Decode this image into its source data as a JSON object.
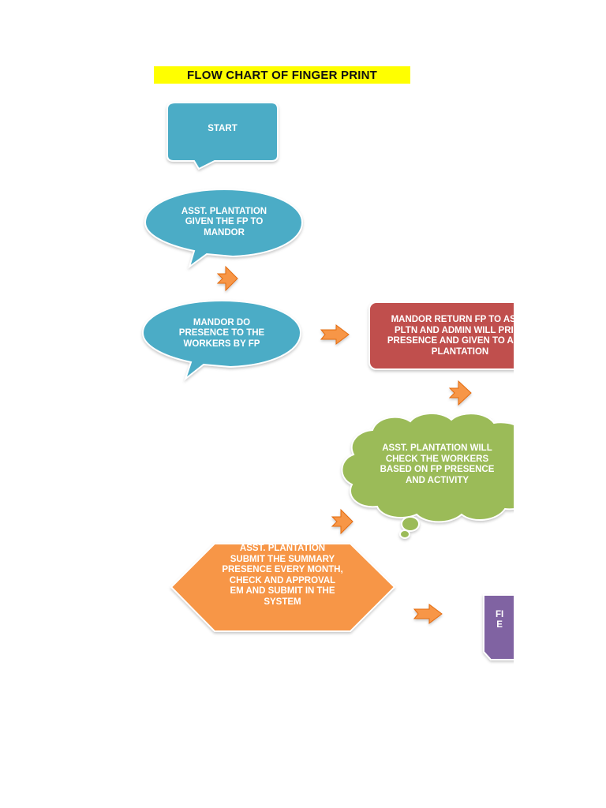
{
  "title": "FLOW CHART OF FINGER PRINT",
  "colors": {
    "title_bg": "#ffff00",
    "blue": "#4bacc6",
    "red": "#c0504d",
    "green": "#9bbb59",
    "orange": "#f79646",
    "purple": "#8064a2",
    "arrow": "#f79646"
  },
  "nodes": {
    "start": "START",
    "step1": "ASST. PLANTATION\nGIVEN THE FP TO\nMANDOR",
    "step2": "MANDOR DO\nPRESENCE  TO THE\nWORKERS BY FP",
    "step3": "MANDOR RETURN FP TO ASST.\nPLTN AND ADMIN WILL PRINT\nPRESENCE AND GIVEN TO ASST.\nPLANTATION",
    "step4": "ASST. PLANTATION WILL\nCHECK THE WORKERS\nBASED ON  FP PRESENCE\nAND ACTIVITY",
    "step5": "ASST. PLANTATION\nSUBMIT THE SUMMARY\nPRESENCE EVERY MONTH,\nCHECK AND APPROVAL\nEM AND SUBMIT IN  THE\nSYSTEM",
    "step6": "FI\nE"
  }
}
